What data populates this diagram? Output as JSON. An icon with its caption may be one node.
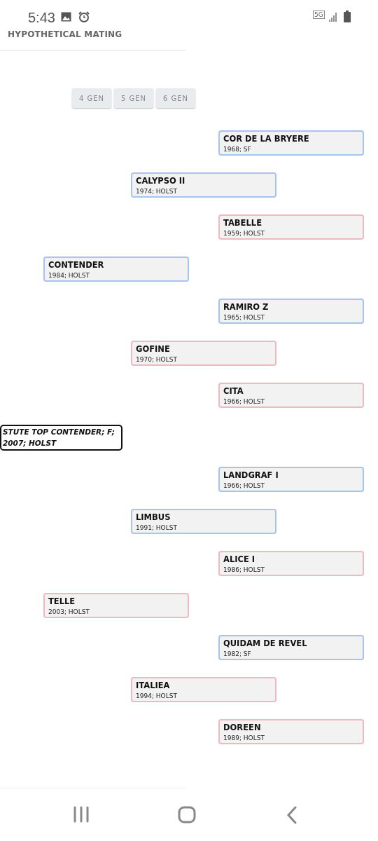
{
  "diagram": {
    "title": "HYPOTHETICAL MATING",
    "nodes": [
      {
        "text": [
          "COR DE LA BRYERE",
          "1968; SF"
        ]
      },
      {
        "text": [
          "CALYPSO II",
          "1974; HOLST"
        ]
      },
      {
        "text": [
          "TABELLE",
          "1959; HOLST"
        ]
      },
      {
        "text": [
          "CONTENDER",
          "1984; HOLST"
        ]
      },
      {
        "text": [
          "RAMIRO Z",
          "1965; HOLST"
        ]
      },
      {
        "text": [
          "GOFINE",
          "1970; HOLST"
        ]
      },
      {
        "text": [
          "CITA",
          "1966; HOLST"
        ]
      },
      {
        "text": [
          "STUTE TOP CONTENDER; F; 2007; HOLST"
        ]
      },
      {
        "text": [
          "LANDGRAF I",
          "1966; HOLST"
        ]
      },
      {
        "text": [
          "LIMBUS",
          "1991; HOLST"
        ]
      },
      {
        "text": [
          "ALICE I",
          "1986; HOLST"
        ]
      },
      {
        "text": [
          "TELLE",
          "2003; HOLST"
        ]
      },
      {
        "text": [
          "QUIDAM DE REVEL",
          "1982; SF"
        ]
      },
      {
        "text": [
          "ITALIEA",
          "1994; HOLST"
        ]
      },
      {
        "text": [
          "DOREEN",
          "1989; HOLST"
        ]
      }
    ],
    "labels": [
      "5:43",
      "5G",
      "4 GEN",
      "5 GEN",
      "6 GEN"
    ]
  }
}
